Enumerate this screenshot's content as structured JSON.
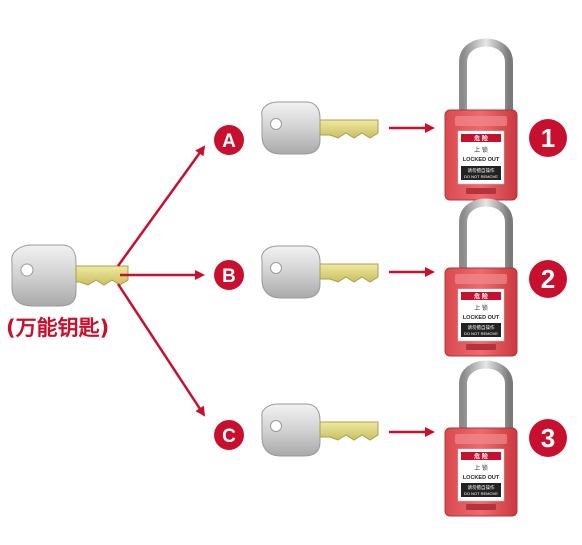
{
  "master_key": {
    "label": "(万能钥匙)"
  },
  "branches": [
    {
      "letter": "A",
      "number": "1",
      "lock_tag": {
        "cn_title": "上 锁",
        "en_title": "LOCKED OUT",
        "cn_note": "请勿擅自操作",
        "en_note": "DO NOT REMOVE",
        "badge": "危 险"
      }
    },
    {
      "letter": "B",
      "number": "2",
      "lock_tag": {
        "cn_title": "上 锁",
        "en_title": "LOCKED OUT",
        "cn_note": "请勿擅自操作",
        "en_note": "DO NOT REMOVE",
        "badge": "危 险"
      }
    },
    {
      "letter": "C",
      "number": "3",
      "lock_tag": {
        "cn_title": "上 锁",
        "en_title": "LOCKED OUT",
        "cn_note": "请勿擅自操作",
        "en_note": "DO NOT REMOVE",
        "badge": "危 险"
      }
    }
  ],
  "colors": {
    "accent_red": "#c8102e",
    "lock_body": "#e8555a",
    "lock_body_dark": "#c9393f",
    "key_silver": "#d9d9d9",
    "key_brass": "#d8d27a"
  }
}
